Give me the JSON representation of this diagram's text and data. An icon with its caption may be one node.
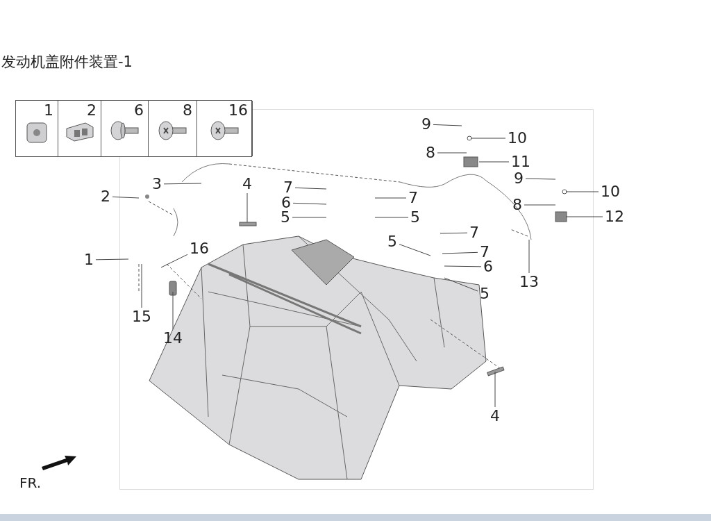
{
  "diagram": {
    "title": "发动机盖附件装置-1",
    "nodes": [
      {
        "text": [
          "9"
        ]
      },
      {
        "text": [
          "10"
        ]
      },
      {
        "text": [
          "8"
        ]
      },
      {
        "text": [
          "11"
        ]
      },
      {
        "text": [
          "9"
        ]
      },
      {
        "text": [
          "10"
        ]
      },
      {
        "text": [
          "8"
        ]
      },
      {
        "text": [
          "12"
        ]
      },
      {
        "text": [
          "13"
        ]
      },
      {
        "text": [
          "3"
        ]
      },
      {
        "text": [
          "2"
        ]
      },
      {
        "text": [
          "4"
        ]
      },
      {
        "text": [
          "7"
        ]
      },
      {
        "text": [
          "6"
        ]
      },
      {
        "text": [
          "5"
        ]
      },
      {
        "text": [
          "7"
        ]
      },
      {
        "text": [
          "5"
        ]
      },
      {
        "text": [
          "7"
        ]
      },
      {
        "text": [
          "5"
        ]
      },
      {
        "text": [
          "7"
        ]
      },
      {
        "text": [
          "6"
        ]
      },
      {
        "text": [
          "5"
        ]
      },
      {
        "text": [
          "1"
        ]
      },
      {
        "text": [
          "16"
        ]
      },
      {
        "text": [
          "15"
        ]
      },
      {
        "text": [
          "14"
        ]
      },
      {
        "text": [
          "4"
        ]
      }
    ],
    "edges": [
      {
        "from": 0,
        "to": null,
        "arrow": "none"
      },
      {
        "from": 1,
        "to": null,
        "arrow": "none"
      },
      {
        "from": 2,
        "to": null,
        "arrow": "none"
      },
      {
        "from": 3,
        "to": null,
        "arrow": "none"
      },
      {
        "from": 4,
        "to": null,
        "arrow": "none"
      },
      {
        "from": 5,
        "to": null,
        "arrow": "none"
      },
      {
        "from": 6,
        "to": null,
        "arrow": "none"
      },
      {
        "from": 7,
        "to": null,
        "arrow": "none"
      },
      {
        "from": 8,
        "to": null,
        "arrow": "none"
      },
      {
        "from": 9,
        "to": null,
        "arrow": "none"
      },
      {
        "from": 10,
        "to": null,
        "arrow": "none"
      },
      {
        "from": 11,
        "to": null,
        "arrow": "none"
      },
      {
        "from": 12,
        "to": null,
        "arrow": "none"
      },
      {
        "from": 13,
        "to": null,
        "arrow": "none"
      },
      {
        "from": 14,
        "to": null,
        "arrow": "none"
      },
      {
        "from": 15,
        "to": null,
        "arrow": "none"
      },
      {
        "from": 16,
        "to": null,
        "arrow": "none"
      },
      {
        "from": 17,
        "to": null,
        "arrow": "none"
      },
      {
        "from": 18,
        "to": null,
        "arrow": "none"
      },
      {
        "from": 19,
        "to": null,
        "arrow": "none"
      },
      {
        "from": 20,
        "to": null,
        "arrow": "none"
      },
      {
        "from": 21,
        "to": null,
        "arrow": "none"
      },
      {
        "from": 22,
        "to": null,
        "arrow": "none"
      },
      {
        "from": 23,
        "to": null,
        "arrow": "none"
      },
      {
        "from": 24,
        "to": null,
        "arrow": "none"
      },
      {
        "from": 25,
        "to": null,
        "arrow": "none"
      },
      {
        "from": 26,
        "to": null,
        "arrow": "none"
      }
    ],
    "labels": [
      "1",
      "2",
      "6",
      "8",
      "16",
      "FR."
    ]
  }
}
